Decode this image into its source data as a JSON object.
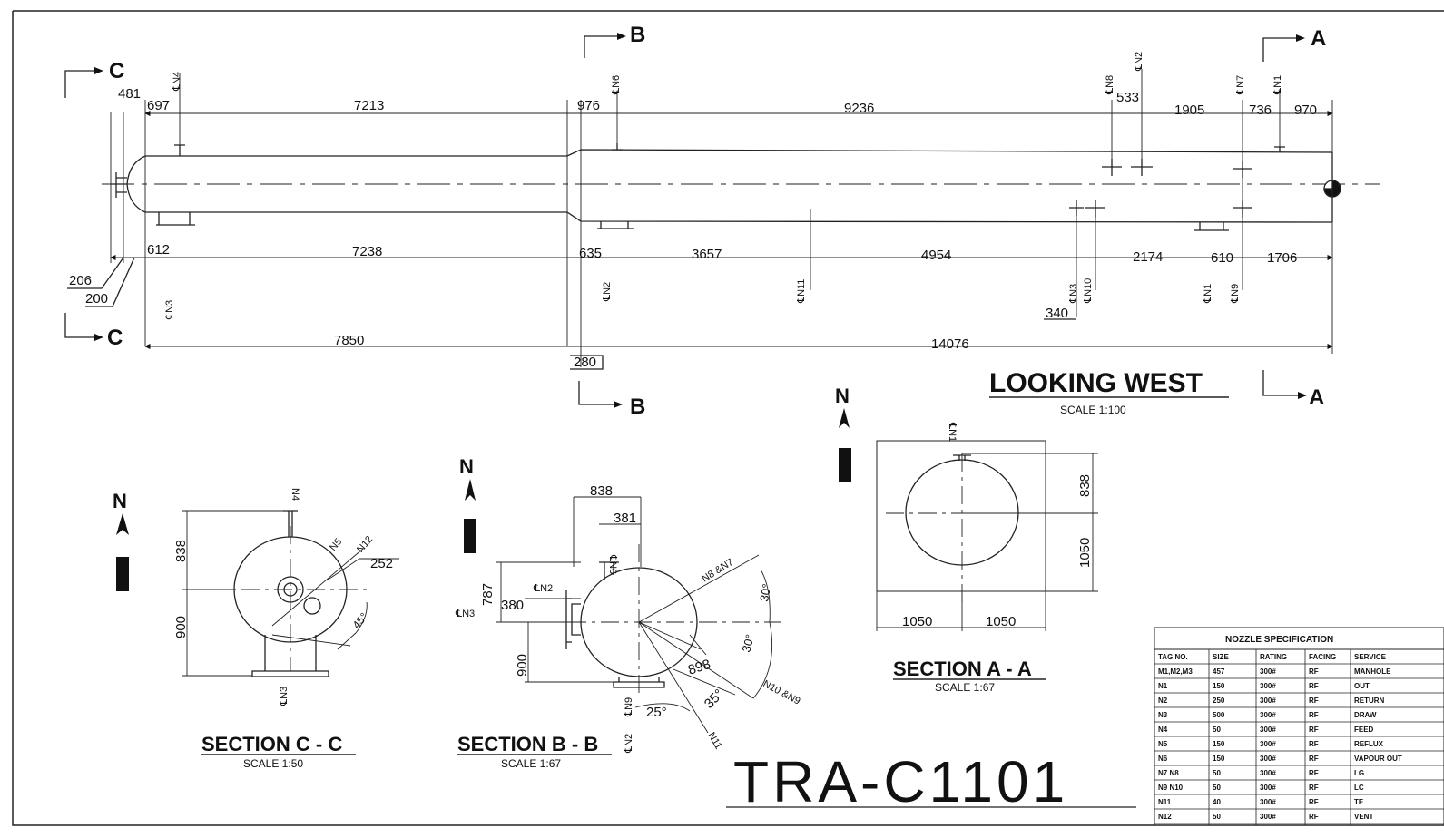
{
  "drawing_tag": "TRA-C1101",
  "elevation": {
    "title": "LOOKING WEST",
    "scale": "SCALE  1:100",
    "section_marks": {
      "a": "A",
      "b": "B",
      "c": "C"
    },
    "top_dims": [
      "481",
      "697",
      "7213",
      "976",
      "9236",
      "533",
      "1905",
      "736",
      "970"
    ],
    "mid_dims": [
      "612",
      "7238",
      "635",
      "3657",
      "4954",
      "2174",
      "610",
      "1706"
    ],
    "left_dims": [
      "206",
      "200"
    ],
    "bottom_dims": [
      "7850",
      "14076",
      "280",
      "340"
    ],
    "nozzles_top": [
      "℄N4",
      "℄N6",
      "℄N8",
      "℄N2",
      "℄N7",
      "℄N1"
    ],
    "nozzles_bottom": [
      "℄N3",
      "℄N2",
      "℄N11",
      "℄N3",
      "℄N10",
      "℄N1",
      "℄N9"
    ]
  },
  "north_label": "N",
  "section_c": {
    "title": "SECTION C - C",
    "scale": "SCALE  1:50",
    "dims": [
      "838",
      "900",
      "252",
      "45°"
    ],
    "labels": [
      "N4",
      "N5",
      "N12",
      "℄N3"
    ]
  },
  "section_b": {
    "title": "SECTION B - B",
    "scale": "SCALE  1:67",
    "dims": [
      "838",
      "381",
      "787",
      "380",
      "900",
      "898",
      "25°",
      "35°",
      "30°",
      "30°"
    ],
    "labels": [
      "℄N6",
      "℄N2",
      "℄N3",
      "N8 &N7",
      "N10 &N9",
      "N11",
      "℄N9",
      "℄N2"
    ]
  },
  "section_a": {
    "title": "SECTION A - A",
    "scale": "SCALE  1:67",
    "dims": [
      "838",
      "1050",
      "1050",
      "1050"
    ],
    "labels": [
      "℄N1"
    ]
  },
  "nozzle_spec": {
    "title": "NOZZLE  SPECIFICATION",
    "headers": [
      "TAG NO.",
      "SIZE",
      "RATING",
      "FACING",
      "SERVICE"
    ],
    "rows": [
      [
        "M1,M2,M3",
        "457",
        "300#",
        "RF",
        "MANHOLE"
      ],
      [
        "N1",
        "150",
        "300#",
        "RF",
        "OUT"
      ],
      [
        "N2",
        "250",
        "300#",
        "RF",
        "RETURN"
      ],
      [
        "N3",
        "500",
        "300#",
        "RF",
        "DRAW"
      ],
      [
        "N4",
        "50",
        "300#",
        "RF",
        "FEED"
      ],
      [
        "N5",
        "150",
        "300#",
        "RF",
        "REFLUX"
      ],
      [
        "N6",
        "150",
        "300#",
        "RF",
        "VAPOUR OUT"
      ],
      [
        "N7 N8",
        "50",
        "300#",
        "RF",
        "LG"
      ],
      [
        "N9 N10",
        "50",
        "300#",
        "RF",
        "LC"
      ],
      [
        "N11",
        "40",
        "300#",
        "RF",
        "TE"
      ],
      [
        "N12",
        "50",
        "300#",
        "RF",
        "VENT"
      ]
    ]
  }
}
